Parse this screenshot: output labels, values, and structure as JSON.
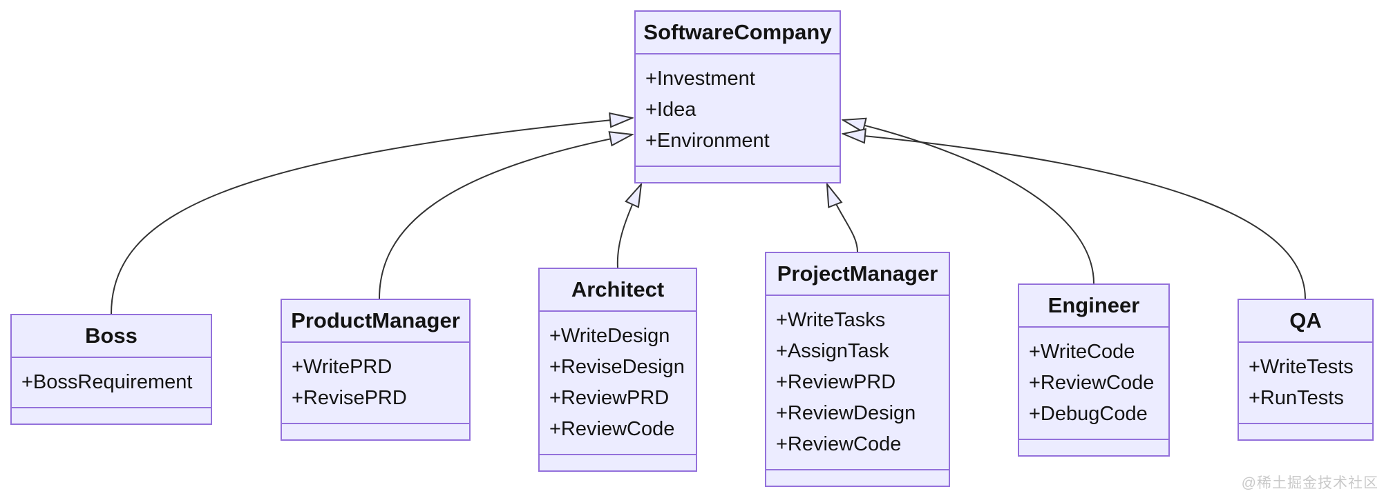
{
  "diagram": {
    "type": "uml-class-diagram",
    "classes": [
      {
        "id": "SoftwareCompany",
        "name": "SoftwareCompany",
        "attributes": [
          "+Investment",
          "+Idea",
          "+Environment"
        ],
        "methods": []
      },
      {
        "id": "Boss",
        "name": "Boss",
        "attributes": [
          "+BossRequirement"
        ],
        "methods": []
      },
      {
        "id": "ProductManager",
        "name": "ProductManager",
        "attributes": [
          "+WritePRD",
          "+RevisePRD"
        ],
        "methods": []
      },
      {
        "id": "Architect",
        "name": "Architect",
        "attributes": [
          "+WriteDesign",
          "+ReviseDesign",
          "+ReviewPRD",
          "+ReviewCode"
        ],
        "methods": []
      },
      {
        "id": "ProjectManager",
        "name": "ProjectManager",
        "attributes": [
          "+WriteTasks",
          "+AssignTask",
          "+ReviewPRD",
          "+ReviewDesign",
          "+ReviewCode"
        ],
        "methods": []
      },
      {
        "id": "Engineer",
        "name": "Engineer",
        "attributes": [
          "+WriteCode",
          "+ReviewCode",
          "+DebugCode"
        ],
        "methods": []
      },
      {
        "id": "QA",
        "name": "QA",
        "attributes": [
          "+WriteTests",
          "+RunTests"
        ],
        "methods": []
      }
    ],
    "relationships": [
      {
        "from": "Boss",
        "to": "SoftwareCompany",
        "type": "inheritance"
      },
      {
        "from": "ProductManager",
        "to": "SoftwareCompany",
        "type": "inheritance"
      },
      {
        "from": "Architect",
        "to": "SoftwareCompany",
        "type": "inheritance"
      },
      {
        "from": "ProjectManager",
        "to": "SoftwareCompany",
        "type": "inheritance"
      },
      {
        "from": "Engineer",
        "to": "SoftwareCompany",
        "type": "inheritance"
      },
      {
        "from": "QA",
        "to": "SoftwareCompany",
        "type": "inheritance"
      }
    ],
    "colors": {
      "node_fill": "#ECECFF",
      "node_border": "#9370DB",
      "edge_line": "#333333",
      "text": "#131313",
      "background": "#ffffff",
      "watermark_text": "#c9c9c9"
    }
  },
  "watermark": "@稀土掘金技术社区"
}
